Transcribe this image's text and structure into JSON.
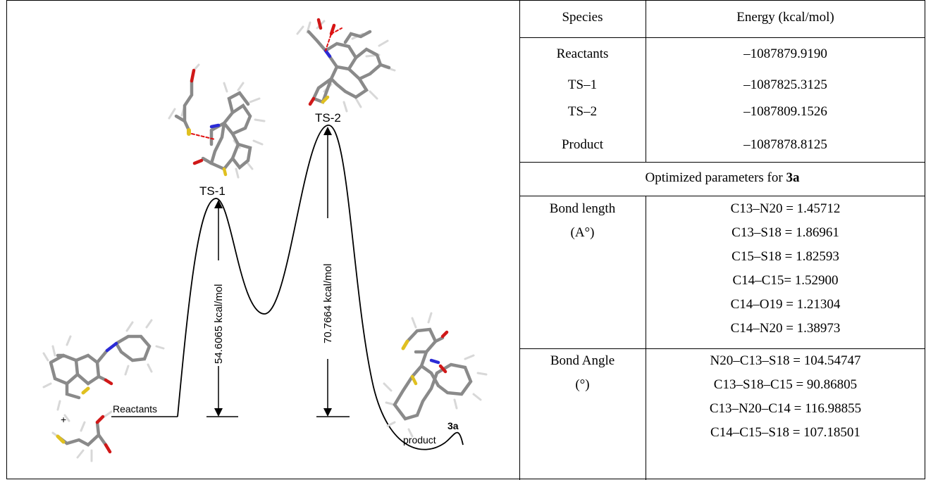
{
  "diagram": {
    "ts1_label": "TS-1",
    "ts2_label": "TS-2",
    "reactants_label": "Reactants",
    "product_label": "product",
    "product_id": "3a",
    "plus_sign": "+",
    "barrier1": "54.6065 kcal/mol",
    "barrier2": "70.7664 kcal/mol"
  },
  "table": {
    "header_species": "Species",
    "header_energy": "Energy (kcal/mol)",
    "rows": [
      {
        "species": "Reactants",
        "energy": "–1087879.9190"
      },
      {
        "species": "TS–1",
        "energy": "–1087825.3125"
      },
      {
        "species": "TS–2",
        "energy": "–1087809.1526"
      },
      {
        "species": "Product",
        "energy": "–1087878.8125"
      }
    ],
    "optimized_prefix": "Optimized parameters for ",
    "optimized_bold": "3a",
    "bond_length_label": "Bond length",
    "bond_length_unit": "(A°)",
    "bond_lengths": [
      "C13–N20 = 1.45712",
      "C13–S18 = 1.86961",
      "C15–S18 = 1.82593",
      "C14–C15= 1.52900",
      "C14–O19 = 1.21304",
      "C14–N20 = 1.38973"
    ],
    "bond_angle_label": "Bond Angle",
    "bond_angle_unit": "(°)",
    "bond_angles": [
      "N20–C13–S18 = 104.54747",
      "C13–S18–C15 = 90.86805",
      "C13–N20–C14 = 116.98855",
      "C14–C15–S18 = 107.18501"
    ]
  },
  "colors": {
    "carbon": "#8a8a8a",
    "hydrogen": "#d8d8d8",
    "nitrogen": "#2b2bd6",
    "oxygen": "#d01818",
    "sulfur": "#e0c020",
    "interaction": "#e01010"
  }
}
